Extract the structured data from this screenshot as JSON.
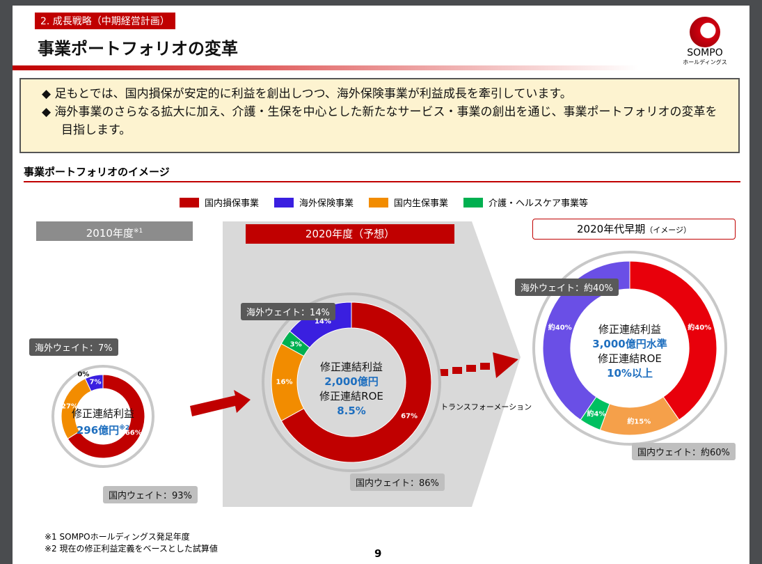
{
  "section_label": "2. 成長戦略（中期経営計画）",
  "title": "事業ポートフォリオの変革",
  "logo": {
    "name": "SOMPO",
    "sub": "ホールディングス"
  },
  "summary": [
    "◆ 足もとでは、国内損保が安定的に利益を創出しつつ、海外保険事業が利益成長を牽引しています。",
    "◆ 海外事業のさらなる拡大に加え、介護・生保を中心とした新たなサービス・事業の創出を通じ、事業ポートフォリオの変革を目指します。"
  ],
  "subtitle": "事業ポートフォリオのイメージ",
  "transform_label": "トランスフォーメーション",
  "footnotes": [
    "※1 SOMPOホールディングス発足年度",
    "※2 現在の修正利益定義をベースとした試算値"
  ],
  "page_number": "9",
  "chart_data": {
    "type": "pie",
    "legend": [
      {
        "name": "国内損保事業",
        "color": "#c00000"
      },
      {
        "name": "海外保険事業",
        "color": "#3a1fe0"
      },
      {
        "name": "国内生保事業",
        "color": "#f28c00"
      },
      {
        "name": "介護・ヘルスケア事業等",
        "color": "#00b050"
      }
    ],
    "charts": [
      {
        "title": "2010年度",
        "title_note": "※1",
        "values": [
          66,
          27,
          0,
          7
        ],
        "labels": [
          "66%",
          "27%",
          "0%",
          "7%"
        ],
        "colors": [
          "#c00000",
          "#f28c00",
          "#00b050",
          "#3a1fe0"
        ],
        "center_label": "修正連結利益",
        "center_value": "296億円",
        "center_note": "※2",
        "overseas_weight": "海外ウェイト：7%",
        "domestic_weight": "国内ウェイト：93%"
      },
      {
        "title": "2020年度（予想）",
        "values": [
          67,
          16,
          3,
          14
        ],
        "labels": [
          "67%",
          "16%",
          "3%",
          "14%"
        ],
        "colors": [
          "#c00000",
          "#f28c00",
          "#00b050",
          "#3a1fe0"
        ],
        "center_label": "修正連結利益",
        "center_value": "2,000億円",
        "roe_label": "修正連結ROE",
        "roe_value": "8.5%",
        "overseas_weight": "海外ウェイト：14%",
        "domestic_weight": "国内ウェイト：86%"
      },
      {
        "title": "2020年代早期",
        "title_note": "（イメージ）",
        "values": [
          40,
          15,
          4,
          40
        ],
        "labels": [
          "約40%",
          "約15%",
          "約4%",
          "約40%"
        ],
        "colors": [
          "#e8000b",
          "#f5a04a",
          "#00c060",
          "#6a4fe6"
        ],
        "center_label": "修正連結利益",
        "center_value": "3,000億円水準",
        "roe_label": "修正連結ROE",
        "roe_value": "10%以上",
        "overseas_weight": "海外ウェイト：約40%",
        "domestic_weight": "国内ウェイト：約60%"
      }
    ]
  }
}
